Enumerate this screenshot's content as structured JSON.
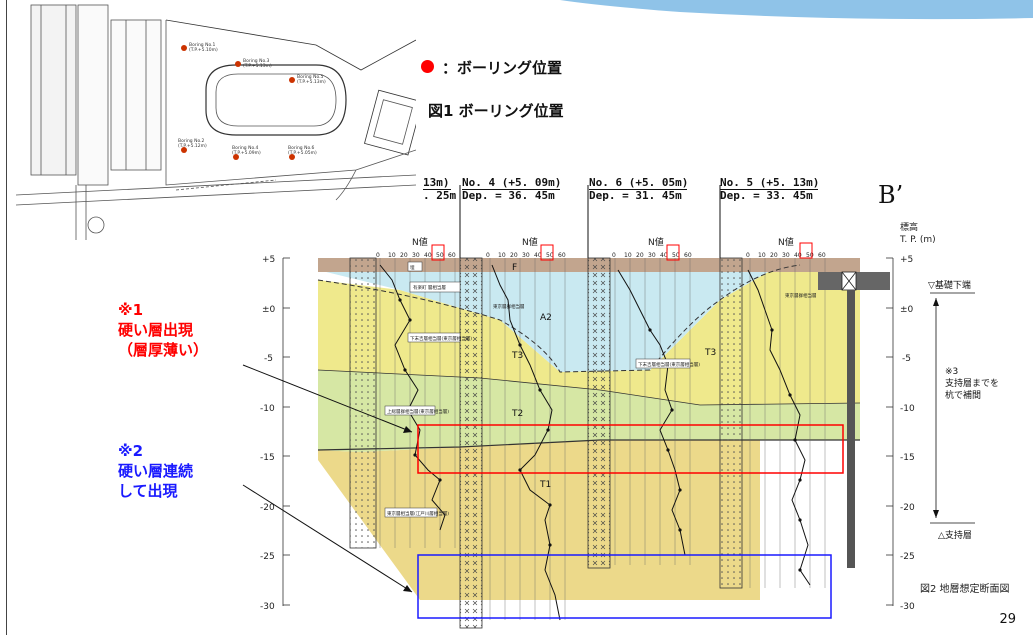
{
  "legend": {
    "label": "：ボーリング位置",
    "dot_color": "#ff0000"
  },
  "fig1_caption": "図1 ボーリング位置",
  "map": {
    "borings": [
      {
        "name": "Boring No.1",
        "elev": "(T.P.+5.10m)"
      },
      {
        "name": "Boring No.3",
        "elev": "(T.P.+5.13m)"
      },
      {
        "name": "Boring No.5",
        "elev": "(T.P.+5.13m)"
      },
      {
        "name": "Boring No.2",
        "elev": "(T.P.+5.12m)"
      },
      {
        "name": "Boring No.4",
        "elev": "(T.P.+5.09m)"
      },
      {
        "name": "Boring No.6",
        "elev": "(T.P.+5.05m)"
      }
    ]
  },
  "notes": {
    "note1_mark": "※1",
    "note1_line1": "硬い層出現",
    "note1_line2": "（層厚薄い）",
    "note2_mark": "※2",
    "note2_line1": "硬い層連続",
    "note2_line2": "して出現"
  },
  "section": {
    "bprime": "B’",
    "boreholes": [
      {
        "title": "13m)",
        "dep": ". 25m"
      },
      {
        "title": "No. 4 (+5. 09m)",
        "dep": "Dep.  = 36. 45m"
      },
      {
        "title": "No. 6 (+5. 05m)",
        "dep": "Dep.  = 31. 45m"
      },
      {
        "title": "No. 5 (+5. 13m)",
        "dep": "Dep.  = 33. 45m"
      }
    ],
    "elev_label_1": "標高",
    "elev_label_2": "T. P. (m)",
    "n_label": "N値",
    "n_ticks": [
      "0",
      "10",
      "20",
      "30",
      "40",
      "50",
      "60"
    ],
    "y_ticks": [
      "+5",
      "±0",
      "-5",
      "-10",
      "-15",
      "-20",
      "-25",
      "-30"
    ],
    "layers": {
      "F": "F",
      "A2": "A2",
      "T3a": "T3",
      "T3b": "T3",
      "T2": "T2",
      "T1": "T1"
    },
    "small_labels": {
      "yurakucho": "有楽町 層相当層",
      "surface": "埋",
      "t3_under": "下末吉層相当層(東京層相当層)",
      "t3_under2": "下末吉層相当層(東京層相当層)",
      "t2_label": "上総層群相当層(東京層相当層)",
      "t1_label": "東京層相当層(江戸川層相当層)",
      "tokyo_right": "東京層群相当層",
      "tokyo_top": "東京層群相当層"
    },
    "found_top": "▽基礎下端",
    "found_note_1": "※3",
    "found_note_2": "支持層までを",
    "found_note_3": "杭で補間",
    "support": "△支持層",
    "fig2_caption": "図2 地層想定断面図"
  },
  "page_number": "29",
  "colors": {
    "fill_brown": "#c2a58e",
    "fill_blue": "#c9e9f1",
    "fill_yellow": "#efe98c",
    "fill_green": "#d6e7a4",
    "fill_tan": "#ecd98a",
    "red_box": "#ff0000",
    "blue_box": "#1a1aff"
  }
}
